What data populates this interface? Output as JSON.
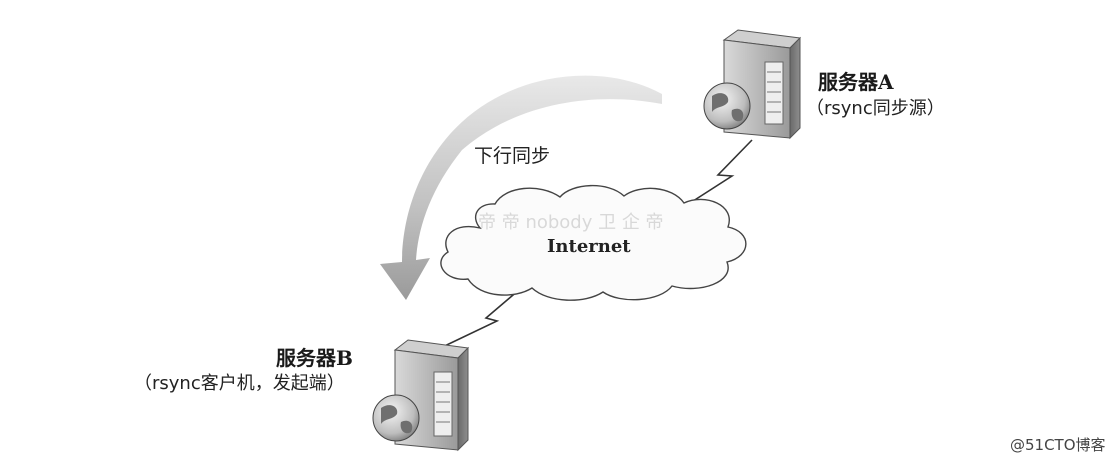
{
  "server_a": {
    "name": "服务器A",
    "role": "（rsync同步源）"
  },
  "server_b": {
    "name": "服务器B",
    "role": "（rsync客户机，发起端）"
  },
  "sync_label": "下行同步",
  "network": {
    "label": "Internet",
    "ghost_text": "帝 帝 nobody 卫 企 帝"
  },
  "watermark": "@51CTO博客",
  "icons": [
    "server-a-icon",
    "server-b-icon",
    "globe-icon",
    "cloud-icon",
    "curved-arrow-icon",
    "lightning-link-icon"
  ]
}
